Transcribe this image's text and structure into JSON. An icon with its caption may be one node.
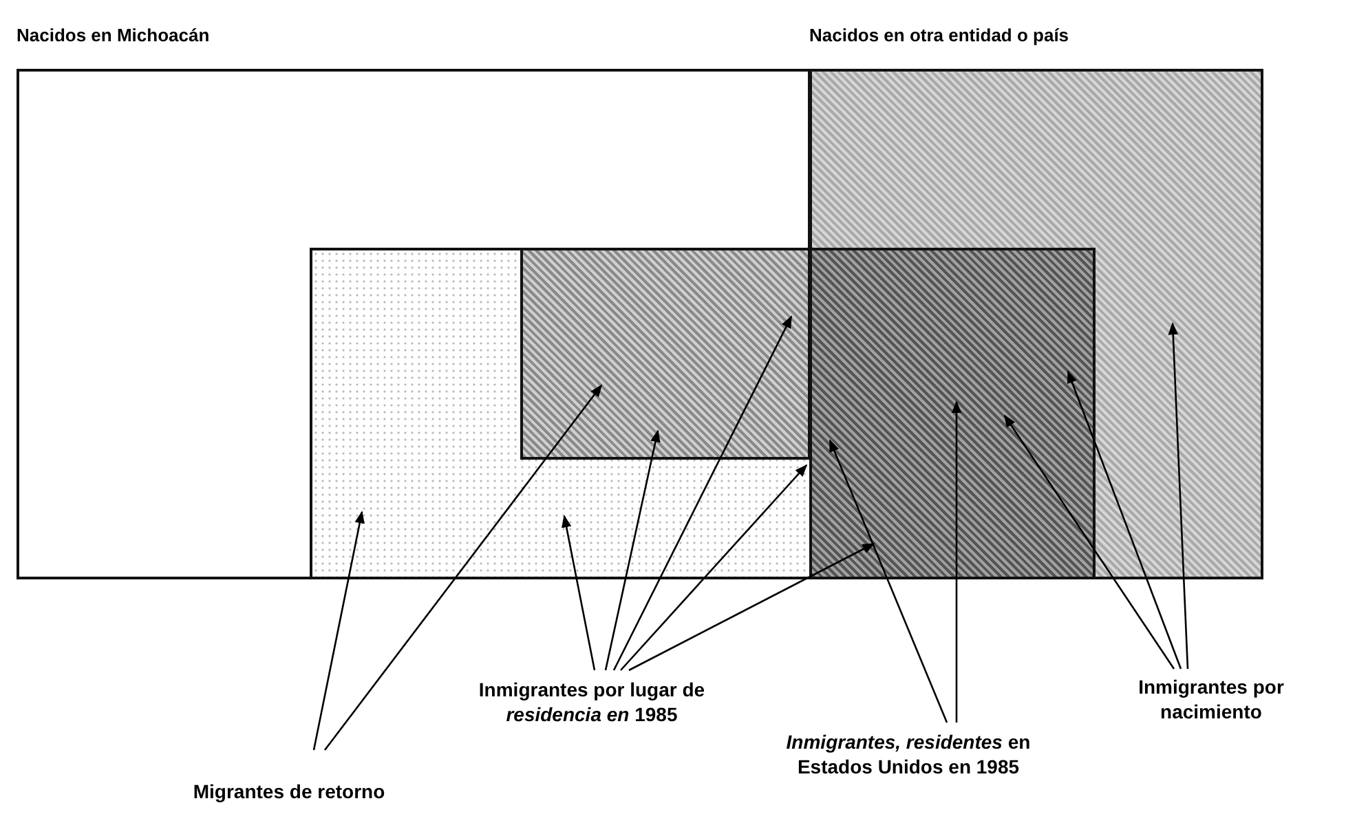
{
  "diagram": {
    "nodes": [
      {
        "text": [
          "Nacidos en Michoacán"
        ]
      },
      {
        "text": [
          "Nacidos en otra entidad o país"
        ]
      },
      {
        "text": [],
        "shape": "box"
      },
      {
        "text": [],
        "shape": "box"
      },
      {
        "text": [],
        "shape": "box"
      },
      {
        "text": [
          "Migrantes de retorno"
        ]
      },
      {
        "text": [
          "Inmigrantes por lugar de *residencia en* 1985"
        ]
      },
      {
        "text": [
          "*Inmigrantes, residentes* en Estados Unidos en 1985"
        ]
      },
      {
        "text": [
          "Inmigrantes por nacimiento"
        ]
      }
    ],
    "edges": [
      {
        "from": 5,
        "to": 2,
        "arrow": "to"
      },
      {
        "from": 5,
        "to": 3,
        "arrow": "to"
      },
      {
        "from": 6,
        "to": 2,
        "arrow": "to"
      },
      {
        "from": 6,
        "to": 3,
        "arrow": "to"
      },
      {
        "from": 6,
        "to": 3,
        "arrow": "to"
      },
      {
        "from": 6,
        "to": 2,
        "arrow": "to"
      },
      {
        "from": 6,
        "to": 4,
        "arrow": "to"
      },
      {
        "from": 7,
        "to": 4,
        "arrow": "to"
      },
      {
        "from": 7,
        "to": 4,
        "arrow": "to"
      },
      {
        "from": 8,
        "to": 4,
        "arrow": "to"
      },
      {
        "from": 8,
        "to": 4,
        "arrow": "to"
      },
      {
        "from": 8,
        "to": 1,
        "arrow": "to"
      }
    ]
  }
}
